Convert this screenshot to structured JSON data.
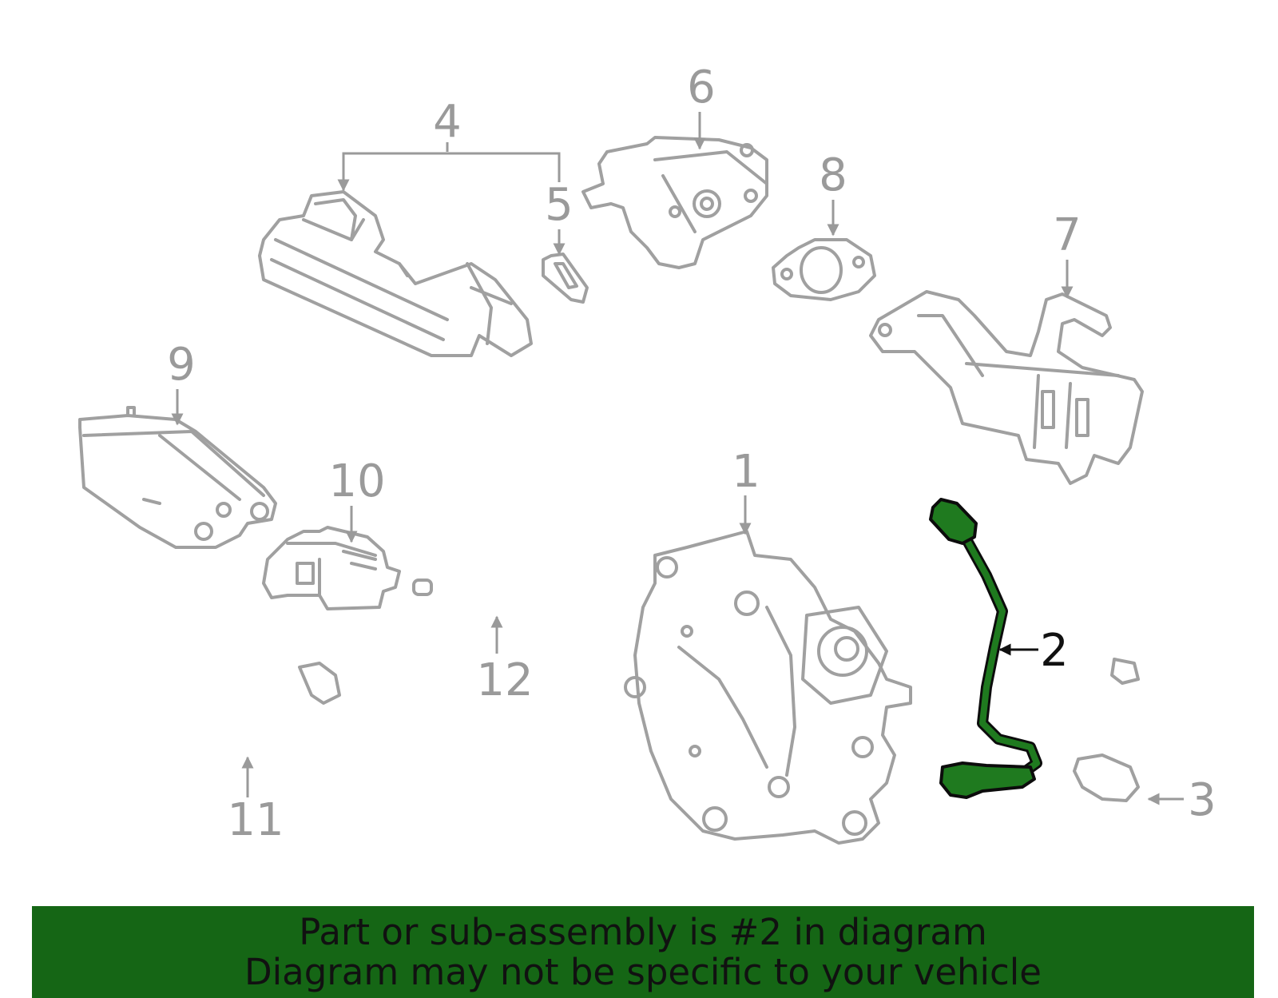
{
  "callouts": {
    "c1": "1",
    "c2": "2",
    "c3": "3",
    "c4": "4",
    "c5": "5",
    "c6": "6",
    "c7": "7",
    "c8": "8",
    "c9": "9",
    "c10": "10",
    "c11": "11",
    "c12": "12"
  },
  "highlight": {
    "part_number": "2",
    "color": "#1f7a1f"
  },
  "banner": {
    "line1": "Part or sub-assembly is #2 in diagram",
    "line2": "Diagram may not be specific to your vehicle",
    "background": "#156615"
  }
}
